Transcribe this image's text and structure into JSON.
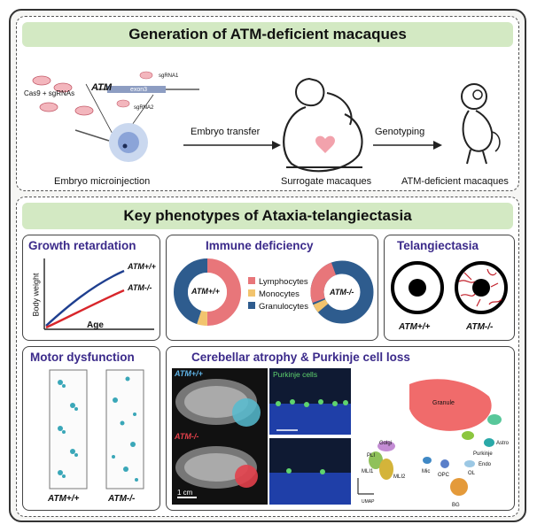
{
  "top": {
    "title": "Generation of ATM-deficient macaques",
    "inject_reagents": "Cas9 + sgRNAs",
    "gene_label": "ATM",
    "exon_label": "exon3",
    "sgrna_top": "sgRNA1",
    "sgrna_bottom": "sgRNA2",
    "step1": "Embryo microinjection",
    "arrow1": "Embryo transfer",
    "step2": "Surrogate macaques",
    "arrow2": "Genotyping",
    "step3": "ATM-deficient macaques"
  },
  "bottom": {
    "title": "Key phenotypes of Ataxia-telangiectasia",
    "growth": {
      "title": "Growth retardation",
      "ylabel": "Body weight",
      "xlabel": "Age",
      "wt": "ATM+/+",
      "ko": "ATM-/-"
    },
    "immune": {
      "title": "Immune deficiency",
      "wt": "ATM+/+",
      "ko": "ATM-/-",
      "legend": [
        "Lymphocytes",
        "Monocytes",
        "Granulocytes"
      ]
    },
    "telang": {
      "title": "Telangiectasia",
      "wt": "ATM+/+",
      "ko": "ATM-/-"
    },
    "motor": {
      "title": "Motor dysfunction",
      "wt": "ATM+/+",
      "ko": "ATM-/-"
    },
    "cereb": {
      "title": "Cerebellar atrophy & Purkinje cell loss",
      "wt": "ATM+/+",
      "ko": "ATM-/-",
      "purkinje": "Purkinje cells",
      "scale": "1 cm",
      "umap_labels": [
        "Granule",
        "Astro",
        "Purkinje",
        "Endo",
        "Golgi",
        "PLI",
        "MLI1",
        "MLI2",
        "Mic",
        "OPC",
        "OL",
        "BG"
      ],
      "umap_axis": "UMAP"
    }
  },
  "colors": {
    "lymph": "#e8767a",
    "mono": "#f2c46e",
    "gran": "#2e5c8e",
    "wt": "#1f3f8f",
    "ko": "#d8262b",
    "banner": "#d3e9c3"
  }
}
